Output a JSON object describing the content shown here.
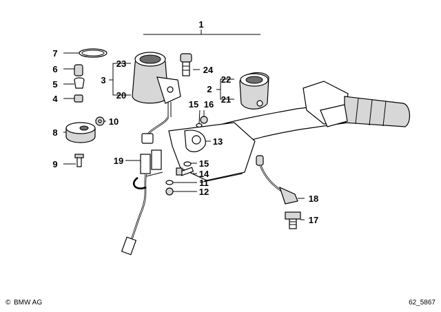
{
  "diagram": {
    "callouts": {
      "c1": "1",
      "c2": "2",
      "c3": "3",
      "c4": "4",
      "c5": "5",
      "c6": "6",
      "c7": "7",
      "c8": "8",
      "c9": "9",
      "c10": "10",
      "c11": "11",
      "c12": "12",
      "c13": "13",
      "c14": "14",
      "c15a": "15",
      "c15b": "15",
      "c16": "16",
      "c17": "17",
      "c18": "18",
      "c19": "19",
      "c20": "20",
      "c21": "21",
      "c22": "22",
      "c23": "23",
      "c24": "24"
    },
    "footer": {
      "copyright_symbol": "©",
      "owner": "BMW AG",
      "drawing_number": "62_5867"
    }
  }
}
